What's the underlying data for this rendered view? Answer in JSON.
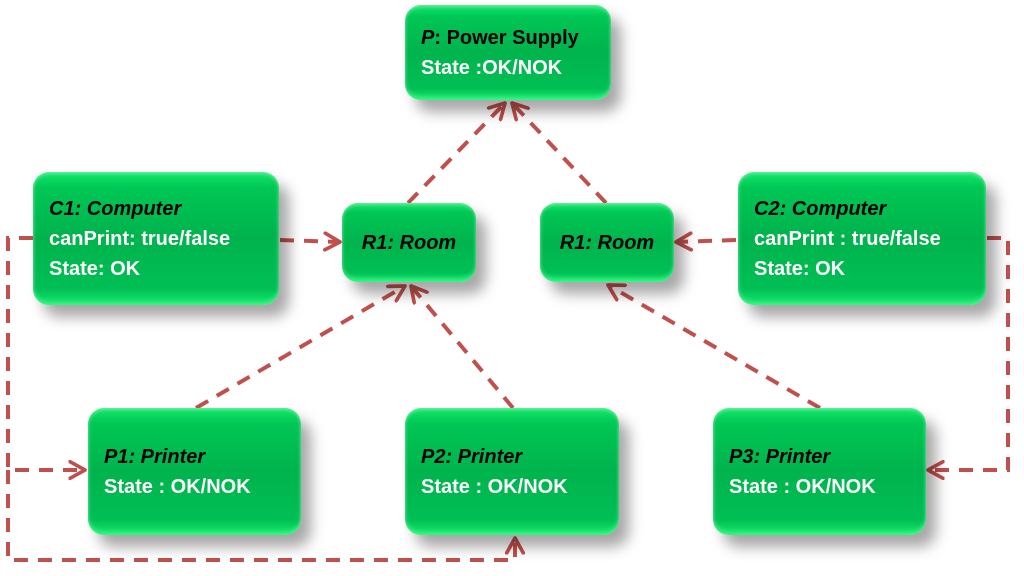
{
  "diagram": {
    "colors": {
      "node_fill": "#00b34d",
      "node_highlight": "#19ea6e",
      "edge": "#c0504d",
      "title_text": "#000000",
      "attr_text": "#ffffff"
    },
    "nodes": {
      "power": {
        "id": "P",
        "title_id": "P",
        "title_sep": ": ",
        "title_type": "Power Supply",
        "attrs": [
          "State :OK/NOK"
        ]
      },
      "c1": {
        "id": "C1",
        "title": "C1: Computer",
        "attrs": [
          "canPrint:  true/false",
          "State: OK"
        ]
      },
      "r1a": {
        "id": "R1",
        "title": "R1: Room",
        "attrs": []
      },
      "r1b": {
        "id": "R1",
        "title": "R1: Room",
        "attrs": []
      },
      "c2": {
        "id": "C2",
        "title": "C2: Computer",
        "attrs": [
          "canPrint : true/false",
          "State: OK"
        ]
      },
      "p1": {
        "id": "P1",
        "title": "P1: Printer",
        "attrs": [
          "State : OK/NOK"
        ]
      },
      "p2": {
        "id": "P2",
        "title": "P2: Printer",
        "attrs": [
          "State : OK/NOK"
        ]
      },
      "p3": {
        "id": "P3",
        "title": "P3: Printer",
        "attrs": [
          "State : OK/NOK"
        ]
      }
    },
    "edges": [
      {
        "from": "r1a",
        "to": "power",
        "style": "dashed"
      },
      {
        "from": "r1b",
        "to": "power",
        "style": "dashed"
      },
      {
        "from": "c1",
        "to": "r1a",
        "style": "dashed"
      },
      {
        "from": "c2",
        "to": "r1b",
        "style": "dashed"
      },
      {
        "from": "p1",
        "to": "r1a",
        "style": "dashed"
      },
      {
        "from": "p2",
        "to": "r1a",
        "style": "dashed"
      },
      {
        "from": "p3",
        "to": "r1b",
        "style": "dashed"
      },
      {
        "from": "c1",
        "to": "p1",
        "style": "dashed"
      },
      {
        "from": "c1",
        "to": "p2",
        "style": "dashed"
      },
      {
        "from": "c2",
        "to": "p3",
        "style": "dashed"
      }
    ]
  }
}
